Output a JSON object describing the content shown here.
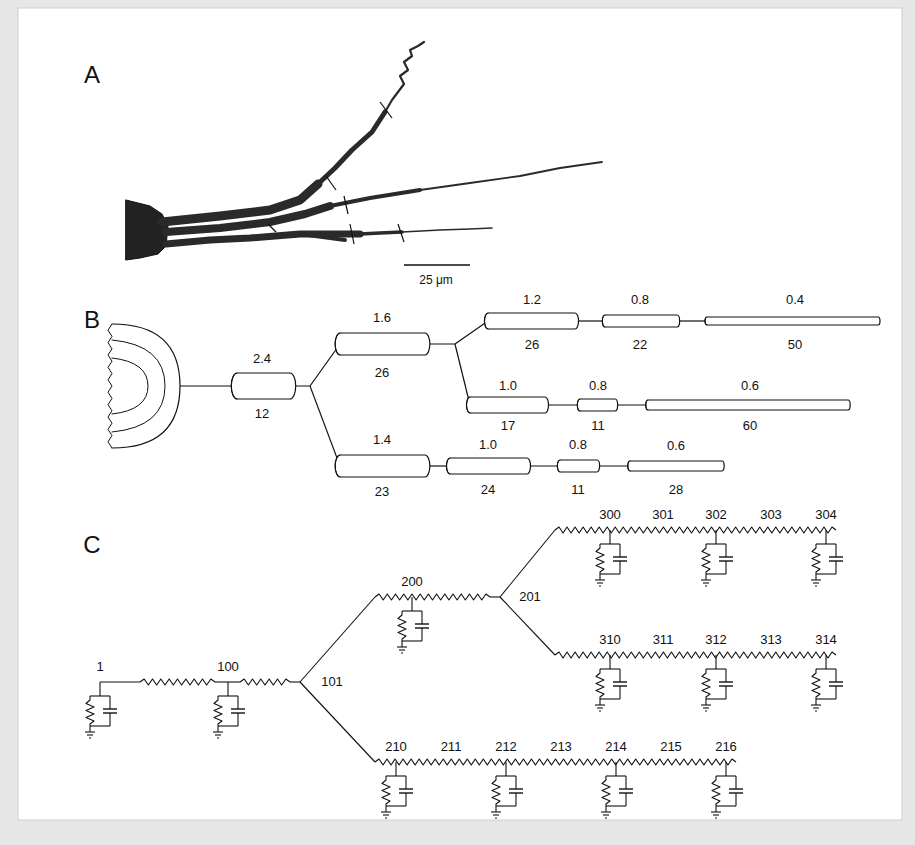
{
  "diagram": {
    "labels": [
      "A",
      "B",
      "C",
      "25 μm",
      "2.4",
      "12",
      "1.6",
      "26",
      "1.2",
      "26",
      "0.8",
      "22",
      "0.4",
      "50",
      "1.0",
      "17",
      "0.8",
      "11",
      "0.6",
      "60",
      "1.4",
      "23",
      "1.0",
      "24",
      "0.8",
      "11",
      "0.6",
      "28",
      "1",
      "100",
      "101",
      "200",
      "201",
      "300",
      "301",
      "302",
      "303",
      "304",
      "310",
      "311",
      "312",
      "313",
      "314",
      "210",
      "211",
      "212",
      "213",
      "214",
      "215",
      "216"
    ]
  }
}
